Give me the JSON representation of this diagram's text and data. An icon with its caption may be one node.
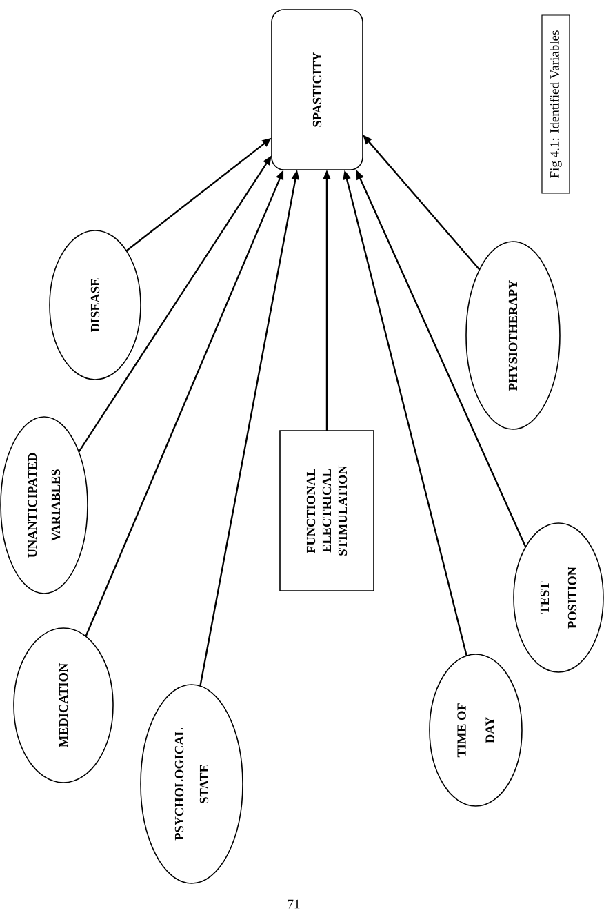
{
  "diagram": {
    "caption": "Fig 4.1: Identified Variables",
    "nodes": [
      {
        "text": [
          "SPASTICITY"
        ]
      },
      {
        "text": [
          "DISEASE"
        ]
      },
      {
        "text": [
          "UNANTICIPATED VARIABLES"
        ]
      },
      {
        "text": [
          "MEDICATION"
        ]
      },
      {
        "text": [
          "PSYCHOLOGICAL STATE"
        ]
      },
      {
        "text": [
          "FUNCTIONAL ELECTRICAL STIMULATION"
        ]
      },
      {
        "text": [
          "PHYSIOTHERAPY"
        ]
      },
      {
        "text": [
          "TEST POSITION"
        ]
      },
      {
        "text": [
          "TIME OF DAY"
        ]
      }
    ],
    "edges": [
      {
        "from": 1,
        "to": 0,
        "arrow": "to"
      },
      {
        "from": 2,
        "to": 0,
        "arrow": "to"
      },
      {
        "from": 3,
        "to": 0,
        "arrow": "to"
      },
      {
        "from": 4,
        "to": 0,
        "arrow": "to"
      },
      {
        "from": 5,
        "to": 0,
        "arrow": "to"
      },
      {
        "from": 6,
        "to": 0,
        "arrow": "to"
      },
      {
        "from": 7,
        "to": 0,
        "arrow": "to"
      },
      {
        "from": 8,
        "to": 0,
        "arrow": "to"
      }
    ],
    "labels": [
      "71"
    ]
  }
}
